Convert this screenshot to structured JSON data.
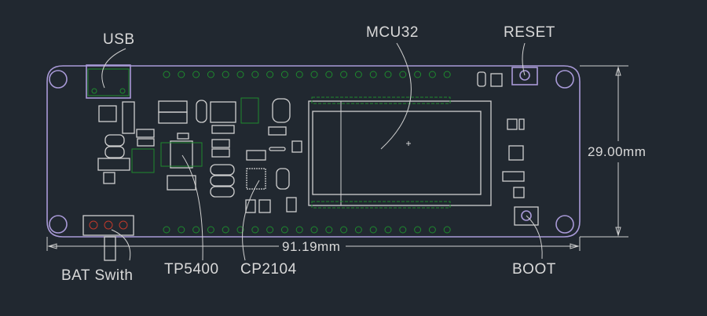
{
  "labels": {
    "usb": "USB",
    "mcu": "MCU32",
    "reset": "RESET",
    "bat_switch": "BAT Swith",
    "tp5400": "TP5400",
    "cp2104": "CP2104",
    "boot": "BOOT"
  },
  "dimensions": {
    "width": "91.19mm",
    "height": "29.00mm"
  },
  "colors": {
    "background": "#212830",
    "board_outline": "#a99ad8",
    "silkscreen": "#d0d0d0",
    "pads": "#1e8a2e",
    "pad_marks": "#c0392b"
  }
}
